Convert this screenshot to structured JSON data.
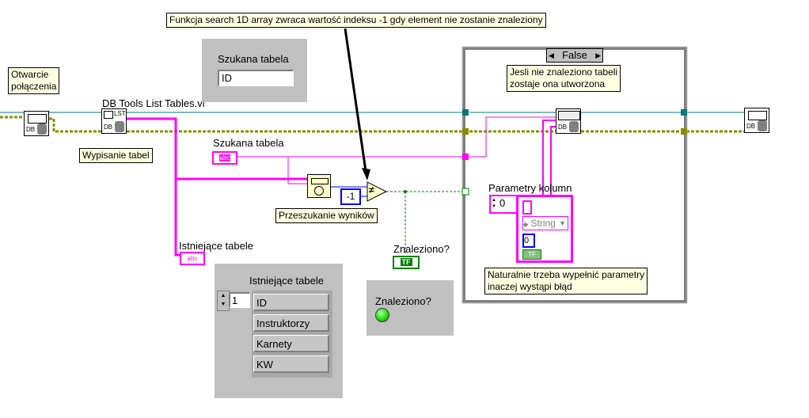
{
  "notes": {
    "search_comment": "Funkcja search 1D array zwraca wartość indeksu -1 gdy element nie zostanie znaleziony",
    "open_conn": [
      "Otwarcie",
      "połączenia"
    ],
    "list_tables_label": "Wypisanie tabel",
    "search_results_label": "Przeszukanie wyników",
    "case_note": [
      "Jesli nie znaleziono tabeli",
      "zostaje ona utworzona"
    ],
    "params_note": [
      "Naturalnie trzeba wypełnić parametry",
      "inaczej wystąpi błąd"
    ]
  },
  "subvi": {
    "list_tables_name": "DB Tools List Tables.vi",
    "db_text": "DB",
    "lst_text": "LST"
  },
  "front_panel": {
    "search_table_title": "Szukana tabela",
    "search_table_value": "ID",
    "existing_tables_title": "Istniejące tabele",
    "existing_index": "1",
    "existing_items": [
      "ID",
      "Instruktorzy",
      "Karnety",
      "KW"
    ],
    "found_title": "Znaleziono?"
  },
  "diagram": {
    "search_table_terminal_label": "Szukana tabela",
    "existing_tables_terminal_label": "Istniejące tabele",
    "found_terminal_label": "Znaleziono?",
    "abc_glyph": "abc",
    "tf_glyph": "TF",
    "neg_one_constant": "-1",
    "compare_glyph": "≠",
    "case_selector": "False",
    "column_params_label": "Parametry kolumn",
    "column_params_index": "0",
    "column_type": "String",
    "column_size": "0"
  },
  "colors": {
    "string_wire": "#ff00ff",
    "bool_wire": "#008000",
    "refnum_wire": "#007878",
    "error_wire": "#8c8c00",
    "int_wire": "#0000ff",
    "panel_gray": "#c0c0c0",
    "led_green": "#22dd00"
  }
}
